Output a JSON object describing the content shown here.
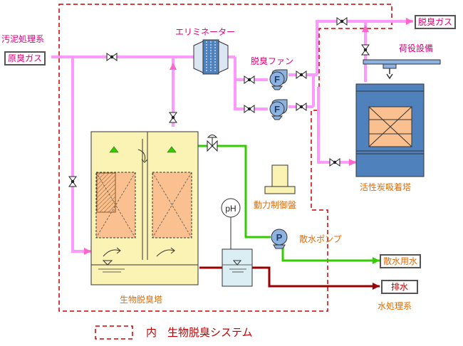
{
  "labels": {
    "sludge_system": "汚泥処理系",
    "raw_odor_gas": "原臭ガス",
    "eliminator": "エリミネーター",
    "deodor_fan": "脱臭ファン",
    "deodorized_gas": "脱臭ガス",
    "load_facility": "荷役設備",
    "activated_carbon_tower": "活性炭吸着塔",
    "control_panel": "動力制御盤",
    "spray_pump": "散水ポンプ",
    "spray_water": "散水用水",
    "drain": "排水",
    "water_treatment": "水処理系",
    "bio_tower": "生物脱臭塔",
    "ph": "pH",
    "pump_letter": "P",
    "fan_letter": "F",
    "legend": "内　生物脱臭システム"
  },
  "colors": {
    "gas_line": "#ff99ff",
    "water_line": "#33cc00",
    "drain_line": "#990000",
    "system_boundary": "#cc0000",
    "label_pink": "#e0007a",
    "label_orange": "#e36c09",
    "tower_fill": "#fbf3b4",
    "carbon_tower": "#4f81bd",
    "fan_fill": "#8db3e2"
  }
}
